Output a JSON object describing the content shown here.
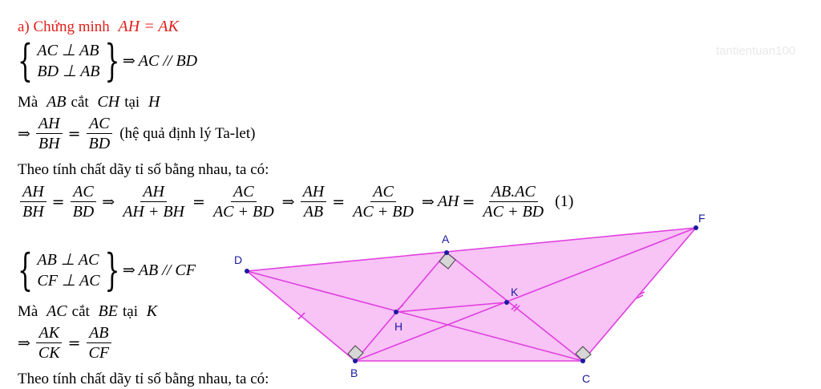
{
  "watermark": "tantientuan100",
  "part_a": {
    "title": "a) Chứng minh",
    "title_math": "AH = AK",
    "system1": [
      "AC ⊥ AB",
      "BD ⊥ AB"
    ],
    "system1_result": "AC // BD",
    "ma_line": {
      "prefix": "Mà",
      "a": "AB",
      "verb": "cắt",
      "b": "CH",
      "tai": "tại",
      "c": "H"
    },
    "implies1": {
      "n1": "AH",
      "d1": "BH",
      "n2": "AC",
      "d2": "BD",
      "note": "(hệ quả định lý Ta-let)"
    },
    "theo1": "Theo tính chất dãy tỉ số bằng nhau, ta có:",
    "chain": {
      "f1n": "AH",
      "f1d": "BH",
      "f2n": "AC",
      "f2d": "BD",
      "f3n": "AH",
      "f3d": "AH + BH",
      "f4n": "AC",
      "f4d": "AC + BD",
      "f5n": "AH",
      "f5d": "AB",
      "f6n": "AC",
      "f6d": "AC + BD",
      "lhs": "AH",
      "f7n": "AB.AC",
      "f7d": "AC + BD",
      "tag": "(1)"
    },
    "system2": [
      "AB ⊥ AC",
      "CF ⊥ AC"
    ],
    "system2_result": "AB // CF",
    "ma_line2": {
      "prefix": "Mà",
      "a": "AC",
      "verb": "cắt",
      "b": "BE",
      "tai": "tại",
      "c": "K"
    },
    "implies2": {
      "n1": "AK",
      "d1": "CK",
      "n2": "AB",
      "d2": "CF"
    },
    "theo2": "Theo tính chất dãy tỉ số bằng nhau, ta có:"
  },
  "figure": {
    "points": {
      "A": "A",
      "B": "B",
      "C": "C",
      "D": "D",
      "F": "F",
      "H": "H",
      "K": "K"
    },
    "colors": {
      "fill": "#f8c3f5",
      "stroke": "#e040e0",
      "point": "#1a1aa0",
      "angle": "#d6d6d6"
    }
  }
}
